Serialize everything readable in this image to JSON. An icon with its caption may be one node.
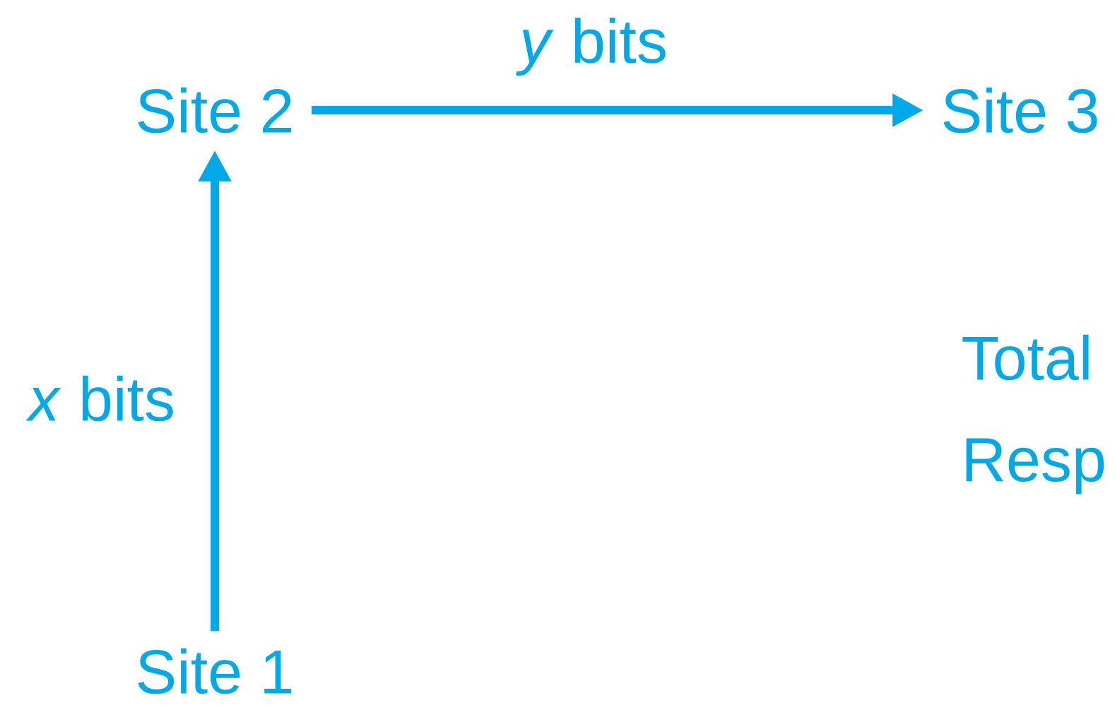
{
  "diagram": {
    "nodes": [
      {
        "text": [
          "Site 1"
        ]
      },
      {
        "text": [
          "Site 2"
        ]
      },
      {
        "text": [
          "Site 3"
        ]
      }
    ],
    "edges": [
      {
        "from": 0,
        "to": 1,
        "arrow": "to",
        "label": "*x* bits"
      },
      {
        "from": 1,
        "to": 2,
        "arrow": "to",
        "label": "*y* bits"
      }
    ],
    "labels": [
      "Total",
      "Resp"
    ]
  }
}
